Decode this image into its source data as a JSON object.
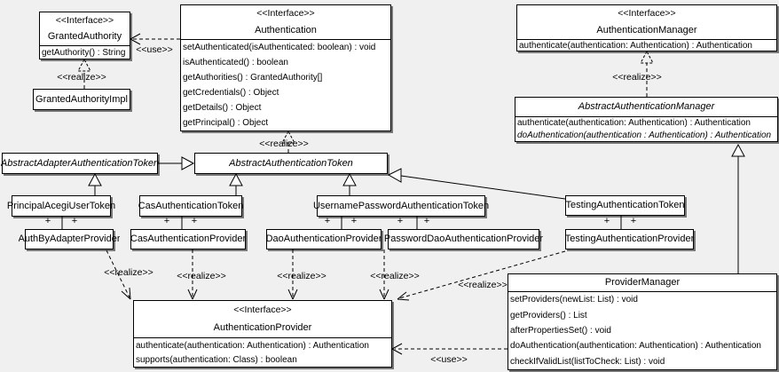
{
  "diagram": {
    "title": "Acegi Security authentication UML class diagram",
    "background_color": "#f0f0f0",
    "box_fill_color": "#ffffff",
    "line_color": "#000000"
  },
  "labels": {
    "realize": "<<realize>>",
    "use": "<<use>>",
    "plus": "+"
  },
  "classes": {
    "granted_authority": {
      "stereotype": "<<Interface>>",
      "name": "GrantedAuthority",
      "methods": [
        "getAuthority() : String"
      ]
    },
    "granted_authority_impl": {
      "name": "GrantedAuthorityImpl"
    },
    "authentication": {
      "stereotype": "<<Interface>>",
      "name": "Authentication",
      "methods": [
        "setAuthenticated(isAuthenticated: boolean) : void",
        "isAuthenticated() : boolean",
        "getAuthorities() : GrantedAuthority[]",
        "getCredentials() : Object",
        "getDetails() : Object",
        "getPrincipal() : Object"
      ]
    },
    "authentication_manager": {
      "stereotype": "<<Interface>>",
      "name": "AuthenticationManager",
      "methods": [
        "authenticate(authentication: Authentication) : Authentication"
      ]
    },
    "abstract_authentication_manager": {
      "name": "AbstractAuthenticationManager",
      "methods": [
        "authenticate(authentication: Authentication) : Authentication",
        "doAuthentication(authentication : Authentication) : Authentication"
      ]
    },
    "abstract_adapter_authentication_token": {
      "name": "AbstractAdapterAuthenticationToken"
    },
    "abstract_authentication_token": {
      "name": "AbstractAuthenticationToken"
    },
    "principal_acegi_user_token": {
      "name": "PrincipalAcegiUserToken"
    },
    "cas_authentication_token": {
      "name": "CasAuthenticationToken"
    },
    "username_password_authentication_token": {
      "name": "UsernamePasswordAuthenticationToken"
    },
    "testing_authentication_token": {
      "name": "TestingAuthenticationToken"
    },
    "auth_by_adapter_provider": {
      "name": "AuthByAdapterProvider"
    },
    "cas_authentication_provider": {
      "name": "CasAuthenticationProvider"
    },
    "dao_authentication_provider": {
      "name": "DaoAuthenticationProvider"
    },
    "password_dao_authentication_provider": {
      "name": "PasswordDaoAuthenticationProvider"
    },
    "testing_authentication_provider": {
      "name": "TestingAuthenticationProvider"
    },
    "authentication_provider": {
      "stereotype": "<<Interface>>",
      "name": "AuthenticationProvider",
      "methods": [
        "authenticate(authentication: Authentication) : Authentication",
        "supports(authentication: Class) : boolean"
      ]
    },
    "provider_manager": {
      "name": "ProviderManager",
      "methods": [
        "setProviders(newList: List) : void",
        "getProviders() : List",
        "afterPropertiesSet() : void",
        "doAuthentication(authentication: Authentication) : Authentication",
        "checkIfValidList(listToCheck: List) : void"
      ]
    }
  }
}
